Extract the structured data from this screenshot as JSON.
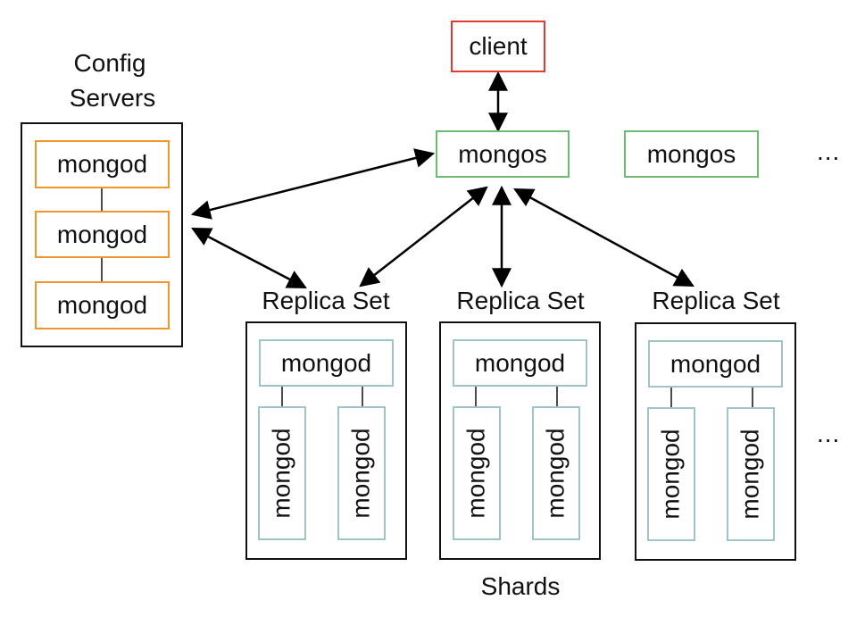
{
  "diagram": {
    "config_servers": {
      "title_line1": "Config",
      "title_line2": "Servers",
      "members": [
        "mongod",
        "mongod",
        "mongod"
      ]
    },
    "client": {
      "label": "client"
    },
    "routers": [
      {
        "label": "mongos"
      },
      {
        "label": "mongos"
      }
    ],
    "routers_more": "...",
    "shards": {
      "caption": "Shards",
      "replica_sets": [
        {
          "title": "Replica Set",
          "primary": "mongod",
          "secondaries": [
            "mongod",
            "mongod"
          ]
        },
        {
          "title": "Replica Set",
          "primary": "mongod",
          "secondaries": [
            "mongod",
            "mongod"
          ]
        },
        {
          "title": "Replica Set",
          "primary": "mongod",
          "secondaries": [
            "mongod",
            "mongod"
          ]
        }
      ],
      "more": "..."
    },
    "colors": {
      "config_member_border": "#f0962c",
      "mongos_border": "#6dbb72",
      "client_border": "#e03a32",
      "replica_member_border": "#9ec3c9",
      "container_border": "#111111"
    },
    "connections": [
      {
        "from": "client",
        "to": "mongos-1",
        "type": "bidirectional"
      },
      {
        "from": "mongos-1",
        "to": "config-servers",
        "type": "bidirectional"
      },
      {
        "from": "config-servers",
        "to": "replica-set-1",
        "type": "bidirectional"
      },
      {
        "from": "mongos-1",
        "to": "replica-set-1",
        "type": "bidirectional"
      },
      {
        "from": "mongos-1",
        "to": "replica-set-2",
        "type": "bidirectional"
      },
      {
        "from": "mongos-1",
        "to": "replica-set-3",
        "type": "bidirectional"
      }
    ]
  }
}
